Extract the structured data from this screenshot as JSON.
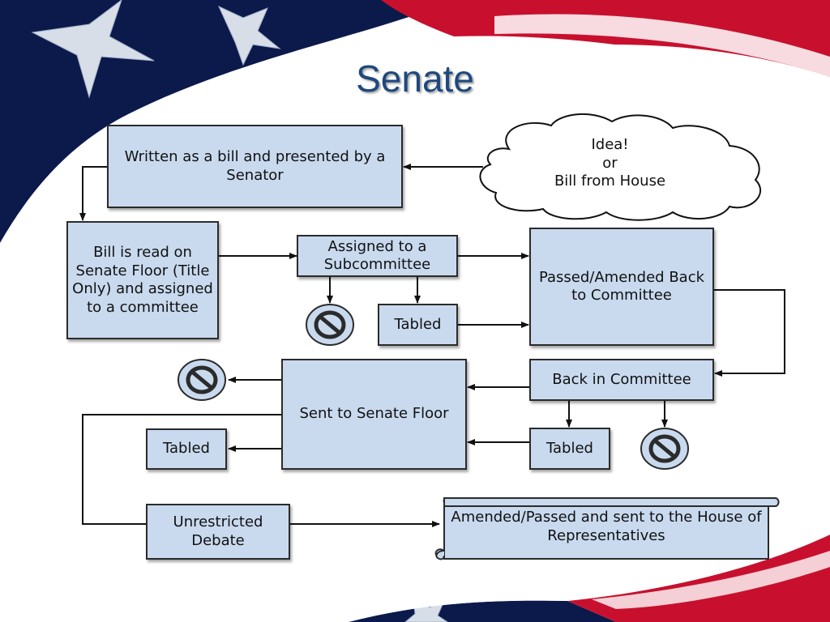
{
  "slide": {
    "title": "Senate"
  },
  "nodes": {
    "idea_cloud": [
      "Idea!",
      "or",
      "Bill from House"
    ],
    "written_bill": "Written as a bill and presented by a Senator",
    "bill_read": "Bill is read on Senate Floor (Title Only) and assigned to a committee",
    "assigned_subcommittee": "Assigned to a Subcommittee",
    "passed_amended": "Passed/Amended Back to Committee",
    "tabled_subcommittee": "Tabled",
    "back_in_committee": "Back in Committee",
    "sent_to_floor": "Sent to Senate Floor",
    "tabled_committee": "Tabled",
    "tabled_floor": "Tabled",
    "unrestricted_debate": "Unrestricted Debate",
    "amended_passed_house": "Amended/Passed and sent to the House of Representatives"
  },
  "icons": {
    "rejected": "no-sign-icon"
  },
  "colors": {
    "box_fill": "#c9daef",
    "title": "#1f497d",
    "flag_red": "#c8102e",
    "flag_navy": "#0b1a4a"
  }
}
